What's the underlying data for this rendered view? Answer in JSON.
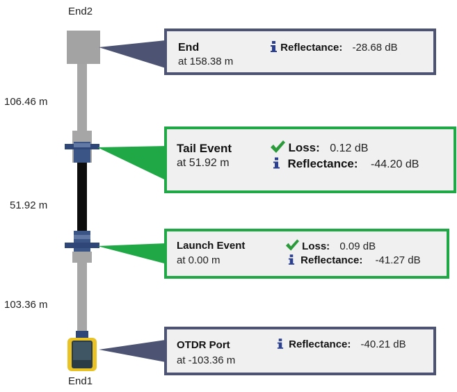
{
  "labels": {
    "end2": "End2",
    "end1": "End1",
    "dist_top": "106.46 m",
    "dist_mid": "51.92 m",
    "dist_bottom": "103.36 m"
  },
  "events": {
    "end": {
      "title": "End",
      "position": "at 158.38 m",
      "reflectance_label": "Reflectance:",
      "reflectance_value": "-28.68 dB"
    },
    "tail": {
      "title": "Tail Event",
      "position": "at 51.92 m",
      "loss_label": "Loss:",
      "loss_value": "0.12 dB",
      "reflectance_label": "Reflectance:",
      "reflectance_value": "-44.20 dB"
    },
    "launch": {
      "title": "Launch Event",
      "position": "at 0.00 m",
      "loss_label": "Loss:",
      "loss_value": "0.09 dB",
      "reflectance_label": "Reflectance:",
      "reflectance_value": "-41.27 dB"
    },
    "otdr": {
      "title": "OTDR Port",
      "position": "at -103.36 m",
      "reflectance_label": "Reflectance:",
      "reflectance_value": "-40.21 dB"
    }
  },
  "colors": {
    "navy_border": "#4d5373",
    "green_border": "#1fa845",
    "pass_check": "#2a9a3a",
    "info_icon": "#2a3f8f",
    "launch_fiber": "#0c0c0c",
    "fiber": "#a6a6a6"
  },
  "icons": {
    "info": "info-icon",
    "pass": "check-icon"
  }
}
